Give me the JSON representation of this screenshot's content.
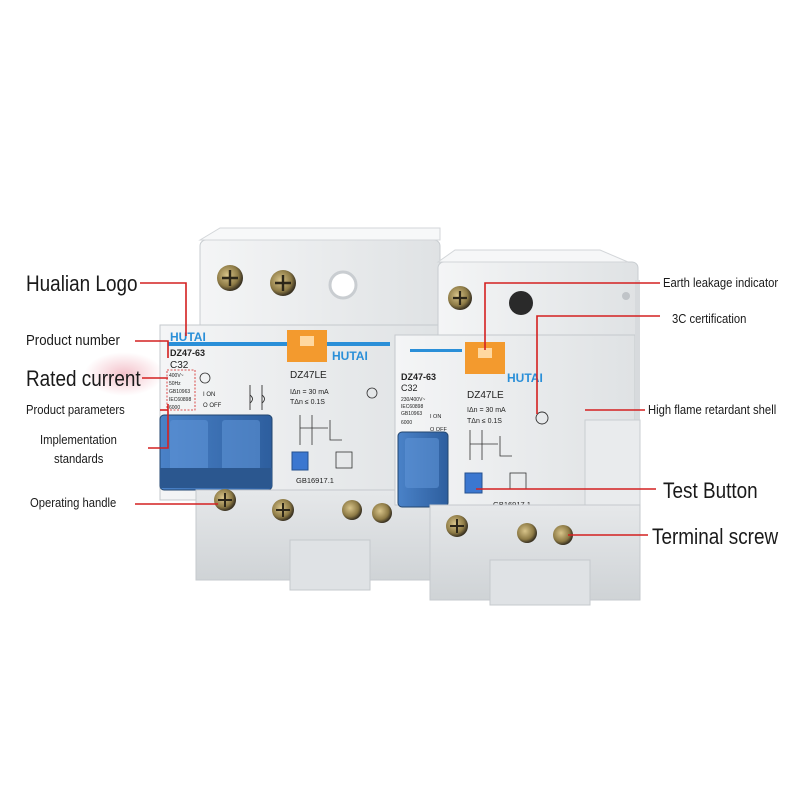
{
  "callouts": {
    "hualian_logo": "Hualian Logo",
    "product_number": "Product number",
    "rated_current": "Rated current",
    "product_parameters": "Product parameters",
    "implementation_standards_line1": "Implementation",
    "implementation_standards_line2": "standards",
    "operating_handle": "Operating handle",
    "earth_leakage_indicator": "Earth leakage indicator",
    "certification_3c": "3C certification",
    "high_flame_retardant_shell": "High flame retardant shell",
    "test_button": "Test Button",
    "terminal_screw": "Terminal screw"
  },
  "breaker_left": {
    "brand_main": "HUTAI",
    "brand_module": "HUTAI",
    "model": "DZ47-63",
    "rating": "C32",
    "module_model": "DZ47LE",
    "leakage_current": "IΔn = 30 mA",
    "trip_time": "TΔn ≤ 0.1S",
    "standard": "GB16917.1",
    "on": "I ON",
    "off": "O OFF",
    "param_1": "400V~",
    "param_2": "50Hz",
    "param_3": "GB10963",
    "param_4": "IEC60898",
    "param_5": "6000"
  },
  "breaker_right": {
    "brand_module": "HUTAI",
    "model": "DZ47-63",
    "rating": "C32",
    "module_model": "DZ47LE",
    "leakage_current": "IΔn = 30 mA",
    "trip_time": "TΔn ≤ 0.1S",
    "standard": "GB16917.1",
    "on": "I ON",
    "off": "O OFF",
    "param_1": "230/400V~",
    "param_2": "IEC60898",
    "param_3": "GB10963",
    "param_4": "6000"
  },
  "colors": {
    "callout_line": "#d42020",
    "handle_blue": "#3a6fb5",
    "indicator_orange": "#f39a2e",
    "brand_blue": "#2a8fd8",
    "housing": "#eceeef"
  }
}
